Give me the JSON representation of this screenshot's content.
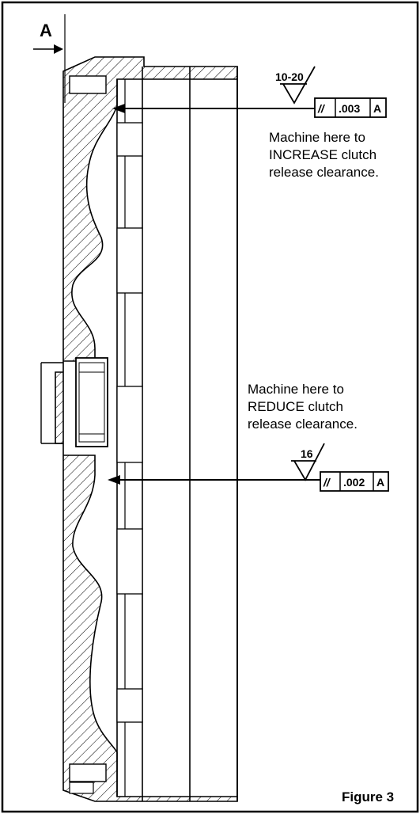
{
  "datum_label": "A",
  "upper_callout": {
    "surface_finish": "10-20",
    "parallel_symbol": "//",
    "tolerance": ".003",
    "datum": "A",
    "note_line1": "Machine here to",
    "note_line2": "INCREASE clutch",
    "note_line3": "release clearance."
  },
  "lower_callout": {
    "surface_finish": "16",
    "parallel_symbol": "//",
    "tolerance": ".002",
    "datum": "A",
    "note_line1": "Machine here to",
    "note_line2": "REDUCE clutch",
    "note_line3": "release clearance."
  },
  "figure_label": "Figure 3"
}
